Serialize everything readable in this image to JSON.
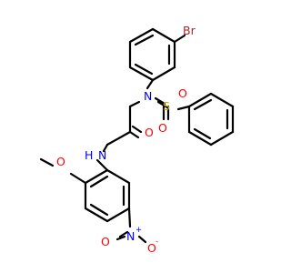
{
  "molecule": {
    "atoms": {
      "br": {
        "text": "Br",
        "color": "#a52a2a"
      },
      "n_sulfonamide": {
        "text": "N",
        "color": "#0000ff"
      },
      "s": {
        "text": "S",
        "color": "#c8a800"
      },
      "o_s1": {
        "text": "O",
        "color": "#ff0000"
      },
      "o_s2": {
        "text": "O",
        "color": "#ff0000"
      },
      "o_amide": {
        "text": "O",
        "color": "#ff0000"
      },
      "nh_amide": {
        "text": "N",
        "color": "#0000ff"
      },
      "h_amide": {
        "text": "H",
        "color": "#0000ff"
      },
      "o_methoxy": {
        "text": "O",
        "color": "#ff0000"
      },
      "n_nitro": {
        "text": "N",
        "color": "#0000ff"
      },
      "n_nitro_charge": {
        "text": "+",
        "color": "#0000ff"
      },
      "o_nitro_dbl": {
        "text": "O",
        "color": "#ff0000"
      },
      "o_nitro_neg": {
        "text": "O",
        "color": "#ff0000"
      },
      "o_nitro_charge": {
        "text": "-",
        "color": "#ff0000"
      }
    }
  }
}
